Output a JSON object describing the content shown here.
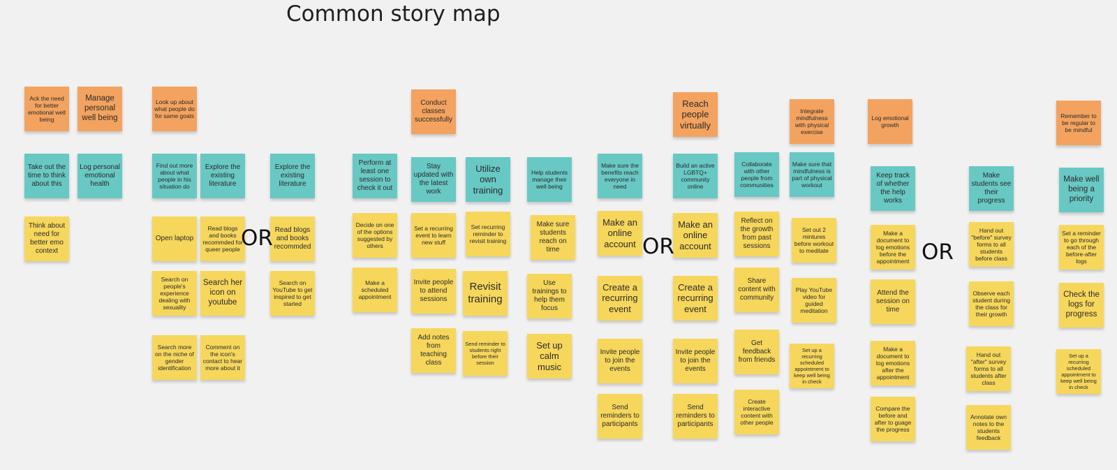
{
  "board": {
    "title": "Common story map",
    "separator": "OR"
  },
  "colors": {
    "activity": "#f3a35f",
    "step": "#68c8c4",
    "detail": "#f6d75c",
    "background": "#f1f1f1"
  },
  "activities": [
    "Ack the need for better emotional well being",
    "Manage personal well being",
    "Look up about what people do for same goals",
    "Conduct classes successfully",
    "Reach people virtually",
    "Integrate mindfulness with physical exercise",
    "Log emotional growth",
    "Remember to be regular to be mindful"
  ],
  "steps": [
    "Take out the time to think about this",
    "Log personal emotional health",
    "Find out more about what people in his situation do",
    "Explore the existing literature",
    "Explore the existing literature",
    "Perform at least one session to check it out",
    "Stay updated with the latest work",
    "Utilize own training",
    "Help students manage their well being",
    "Make sure the benefits reach everyone in need",
    "Build an active LGBTQ+ community online",
    "Collaborate with other people from communities",
    "Make sure that mindfulness is part of physical workout",
    "Keep track of whether the help works",
    "Make students see their progress",
    "Make well being a priority"
  ],
  "details": [
    "Think about need for better emo context",
    "Open laptop",
    "Read blogs and books recommded for queer people",
    "Read blogs and books recommded",
    "Search on people's experience dealing with sexuality",
    "Search her icon on youtube",
    "Search on YouTube to get inspired to get started",
    "Search more on the niche of gender identification",
    "Comment on the icon's contact to hear more about it",
    "Decide on one of the options suggested by others",
    "Make a scheduled appointment",
    "Set a recurring event to learn new stuff",
    "Invite people to attend sessions",
    "Add notes from teaching class",
    "Set recurring reminder to revisit training",
    "Revisit training",
    "Send reminder to students right before their session",
    "Make sure students reach on time",
    "Use trainings to help them focus",
    "Set up calm music",
    "Make an online account",
    "Create a recurring event",
    "Invite people to join the events",
    "Send reminders to participants",
    "Make an online account",
    "Create a recurring event",
    "Invite people to join the events",
    "Send reminders to participants",
    "Reflect on the growth from past sessions",
    "Share content with community",
    "Get feedback from friends",
    "Create interactive content with other people",
    "Set out 2 mintures before workout to meditate",
    "Play YouTube video for guided meditation",
    "Set up a recurring scheduled appointment to keep well being in check",
    "Make a document to log emotions before the appointment",
    "Attend the session on time",
    "Make a document to log emotions after the appointment",
    "Compare the before and after to guage the progress",
    "Hand out \"before\" survey forms to all students before class",
    "Observe each student during the class for their growth",
    "Hand out \"after\" survey forms to all students after class",
    "Annotate own notes to the students feedback",
    "Set a reminder to go through each of the before-after logs",
    "Check the logs for progress",
    "Set up a recurring scheduled appointment to keep well being in check"
  ]
}
